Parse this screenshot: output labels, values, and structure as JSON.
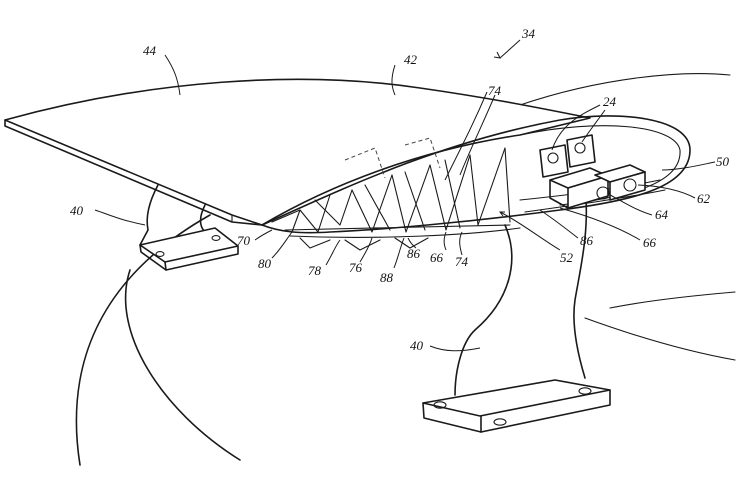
{
  "labels": {
    "l34": "34",
    "l44": "44",
    "l42": "42",
    "l74a": "74",
    "l24": "24",
    "l50": "50",
    "l62": "62",
    "l64": "64",
    "l40a": "40",
    "l70": "70",
    "l80": "80",
    "l78": "78",
    "l76": "76",
    "l88": "88",
    "l86a": "86",
    "l66a": "66",
    "l74b": "74",
    "l52": "52",
    "l86b": "86",
    "l66b": "66",
    "l40b": "40"
  }
}
